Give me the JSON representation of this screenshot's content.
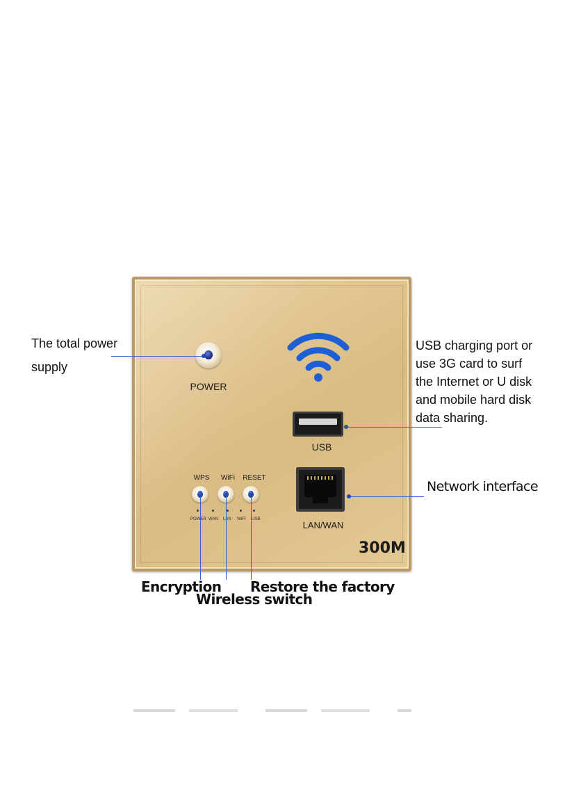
{
  "panel": {
    "power_label": "POWER",
    "usb_label": "USB",
    "lan_label": "LAN/WAN",
    "model": "300M",
    "buttons": [
      "WPS",
      "WiFi",
      "RESET"
    ],
    "indicators": [
      "POWER",
      "WAN",
      "LAN",
      "WIFI",
      "USB"
    ],
    "colors": {
      "panel": "#dfc48f",
      "wifi": "#1e5fd6",
      "leader": "#2f66c9"
    }
  },
  "callouts": {
    "power": [
      "The total power",
      "supply"
    ],
    "usb": [
      "USB charging port or",
      "use 3G card to surf",
      "the Internet or U disk",
      "and mobile hard disk",
      "data sharing."
    ],
    "network": "Network interface",
    "encryption": "Encryption",
    "wireless": "Wireless switch",
    "restore": "Restore the factory"
  },
  "icons": [
    "wifi-icon",
    "usb-port-icon",
    "rj45-port-icon",
    "power-button-icon"
  ]
}
